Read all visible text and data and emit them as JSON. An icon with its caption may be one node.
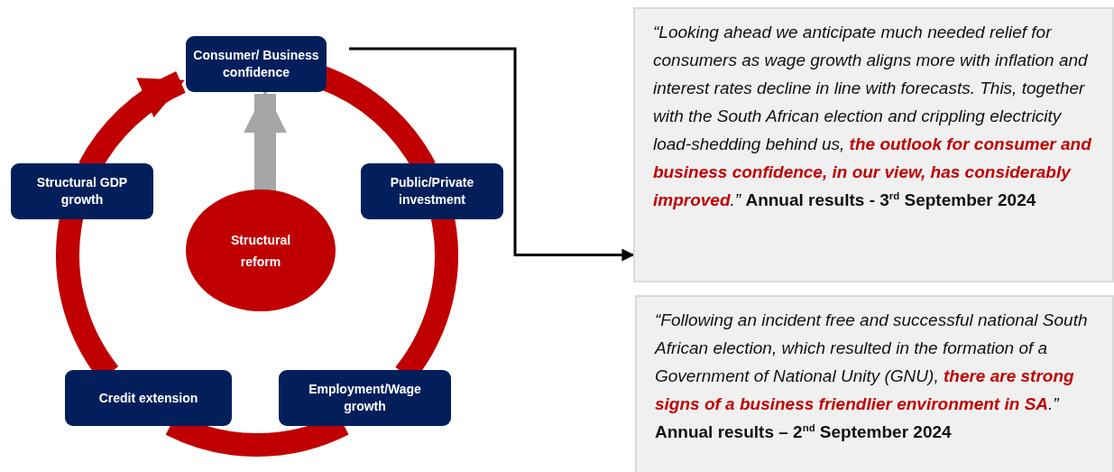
{
  "diagram": {
    "nodes": [
      {
        "text": [
          "Consumer/ Business confidence"
        ]
      },
      {
        "text": [
          "“Looking ahead we anticipate much needed relief for consumers as wage growth aligns more with inflation and interest rates decline in line with forecasts. This, together with the South African election and crippling electricity load-shedding behind us, **the outlook for consumer and business confidence, in our view, has considerably improved**.”",
          "Annual results - 3$^{rd}$ September 2024"
        ]
      },
      {
        "text": [
          "Structural GDP growth"
        ]
      },
      {
        "text": [
          "Public/Private investment"
        ]
      },
      {
        "text": [
          "Structural reform"
        ]
      },
      {
        "text": [
          "Credit extension"
        ]
      },
      {
        "text": [
          "Employment/Wage growth"
        ]
      },
      {
        "text": [
          "“Following an incident free and successful national South African election, which resulted in the formation of a Government of National Unity (GNU), **there are strong signs of a business friendlier environment in SA**.”",
          "Annual results – 2$^{nd}$ September 2024"
        ]
      }
    ],
    "edges": [
      {
        "from": 0,
        "to": 1,
        "arrow": "to",
        "color": "#000000"
      },
      {
        "from": 4,
        "to": 0,
        "arrow": "to",
        "color": "#a6a6a6"
      },
      {
        "from": 0,
        "to": 3,
        "arrow": "none",
        "color": "#c00000"
      },
      {
        "from": 3,
        "to": 6,
        "arrow": "none",
        "color": "#c00000"
      },
      {
        "from": 6,
        "to": 5,
        "arrow": "none",
        "color": "#c00000"
      },
      {
        "from": 5,
        "to": 2,
        "arrow": "none",
        "color": "#c00000"
      },
      {
        "from": 2,
        "to": 0,
        "arrow": "to",
        "color": "#c00000"
      }
    ]
  }
}
